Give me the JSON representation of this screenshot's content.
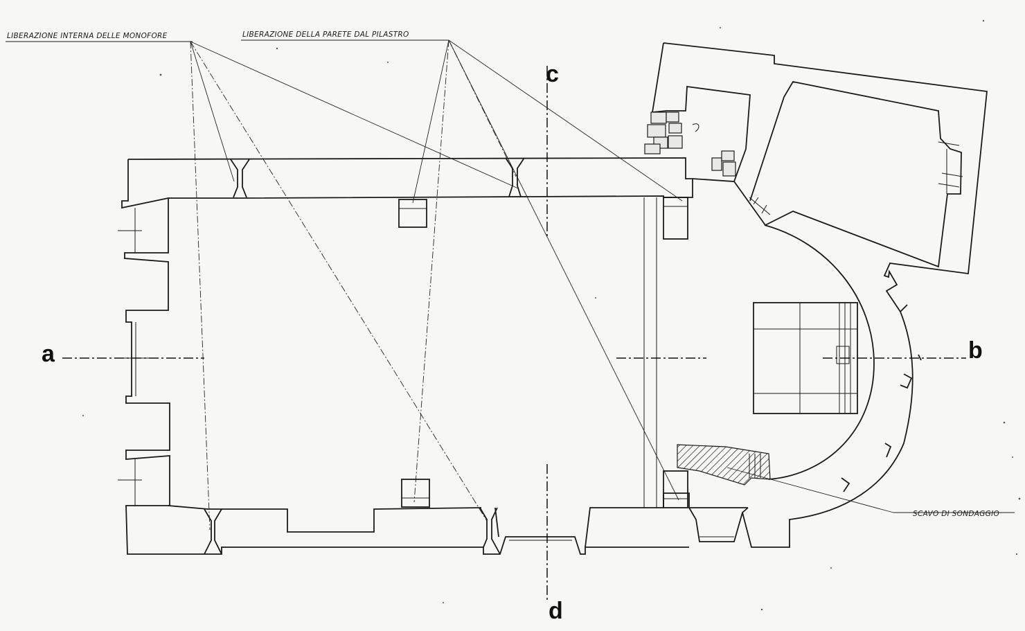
{
  "annotations": {
    "top_left": "LIBERAZIONE INTERNA DELLE MONOFORE",
    "top_center": "LIBERAZIONE DELLA PARETE DAL PILASTRO",
    "bottom_right": "SCAVO DI SONDAGGIO"
  },
  "sections": {
    "a": "a",
    "b": "b",
    "c": "c",
    "d": "d"
  }
}
